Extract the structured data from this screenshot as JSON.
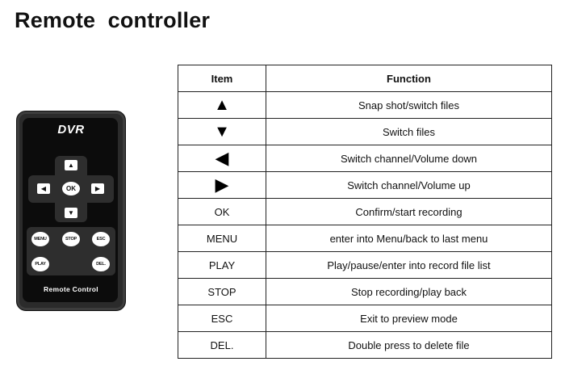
{
  "title": "Remote  controller",
  "remote": {
    "brand": "DVR",
    "ok_key": "OK",
    "keys": {
      "up": "▲",
      "down": "▼",
      "left": "◀",
      "right": "▶",
      "menu": "MENU",
      "stop": "STOP",
      "esc": "ESC",
      "play": "PLAY",
      "del": "DEL."
    },
    "label": "Remote Control"
  },
  "table": {
    "headers": {
      "item": "Item",
      "function": "Function"
    },
    "rows": [
      {
        "item": "▲",
        "item_icon": "up-triangle-icon",
        "function": "Snap shot/switch files"
      },
      {
        "item": "▼",
        "item_icon": "down-triangle-icon",
        "function": "Switch files"
      },
      {
        "item": "◀",
        "item_icon": "left-triangle-icon",
        "function": "Switch channel/Volume down"
      },
      {
        "item": "▶",
        "item_icon": "right-triangle-icon",
        "function": "Switch channel/Volume up"
      },
      {
        "item": "OK",
        "function": "Confirm/start recording"
      },
      {
        "item": "MENU",
        "function": "enter into Menu/back to last menu"
      },
      {
        "item": "PLAY",
        "function": "Play/pause/enter into record file list"
      },
      {
        "item": "STOP",
        "function": "Stop recording/play back"
      },
      {
        "item": "ESC",
        "function": "Exit to preview mode"
      },
      {
        "item": "DEL.",
        "function": "Double press to delete file"
      }
    ]
  }
}
